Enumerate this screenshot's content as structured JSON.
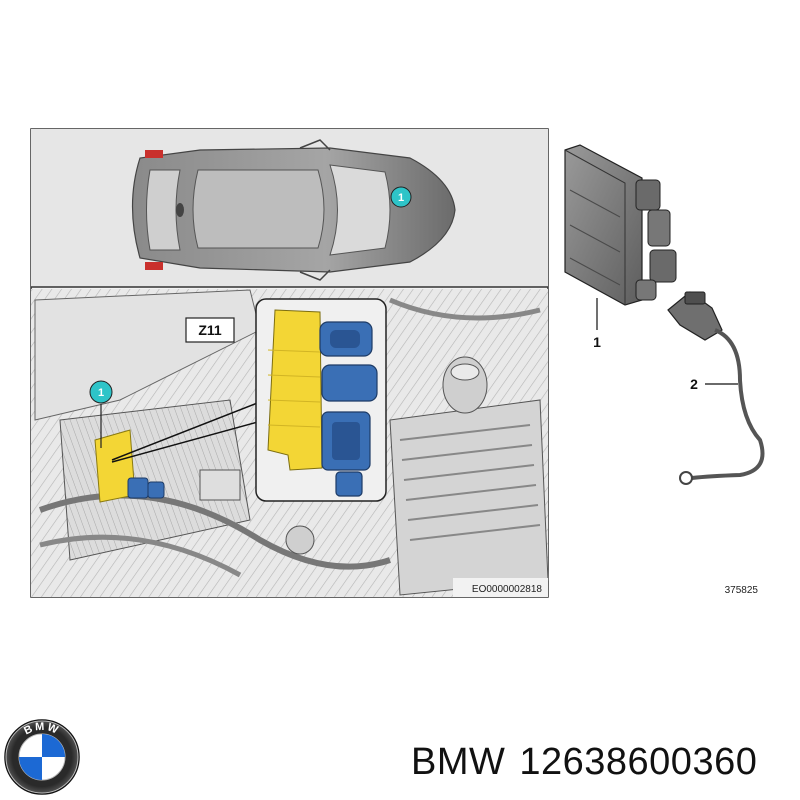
{
  "figure": {
    "callout_number": "1",
    "zone_label": "Z11",
    "image_code": "EO0000002818",
    "diagram_number": "375825",
    "parts": [
      {
        "number": "1"
      },
      {
        "number": "2"
      }
    ]
  },
  "brand": {
    "logo_text": "BMW",
    "name": "BMW",
    "part_number": "12638600360"
  },
  "colors": {
    "callout_teal": "#2ec4c8",
    "module_yellow": "#f3d635",
    "connector_blue": "#3a6fb5",
    "logo_blue": "#1c69d4"
  }
}
